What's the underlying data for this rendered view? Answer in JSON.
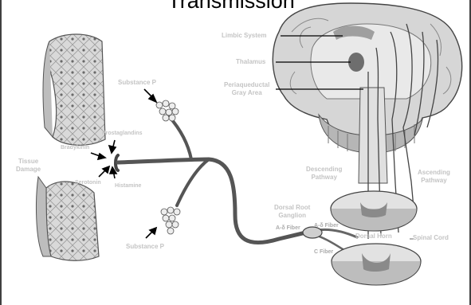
{
  "title": "Transmission",
  "labels": {
    "limbic_system": "Limbic System",
    "thalamus": "Thalamus",
    "periaqueductal_line1": "Periaqueductal",
    "periaqueductal_line2": "Gray Area",
    "substance_p_top": "Substance P",
    "substance_p_bottom": "Substance P",
    "prostaglandins": "Prostaglandins",
    "bradykinin": "Bradykinin",
    "tissue_line1": "Tissue",
    "tissue_line2": "Damage",
    "serotonin": "Serotonin",
    "histamine": "Histamine",
    "descending_line1": "Descending",
    "descending_line2": "Pathway",
    "ascending_line1": "Ascending",
    "ascending_line2": "Pathway",
    "drg_line1": "Dorsal Root",
    "drg_line2": "Ganglion",
    "a_delta_left": "A-δ Fiber",
    "a_delta_right": "A-δ Fiber",
    "dorsal_horn": "Dorsal Horn",
    "spinal_cord": "Spinal Cord",
    "c_fiber": "C Fiber"
  }
}
